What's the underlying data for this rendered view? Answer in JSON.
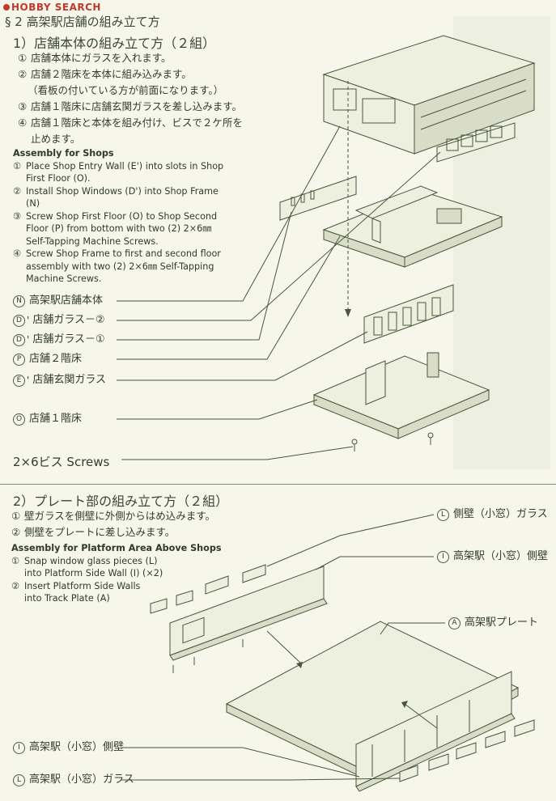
{
  "logo": "HOBBY SEARCH",
  "section": {
    "title": "§ 2 高架駅店舗の組み立て方",
    "part1": {
      "title": "1）店舗本体の組み立て方（２組）",
      "jp_steps": [
        {
          "num": "①",
          "text": "店舗本体にガラスを入れます。"
        },
        {
          "num": "②",
          "text": "店舗２階床を本体に組み込みます。"
        },
        {
          "num": "",
          "text": "（看板の付いている方が前面になります。）"
        },
        {
          "num": "③",
          "text": "店舗１階床に店舗玄関ガラスを差し込みます。"
        },
        {
          "num": "④",
          "text": "店舗１階床と本体を組み付け、ビスで２ケ所を"
        },
        {
          "num": "",
          "text": "止めます。"
        }
      ],
      "en_title": "Assembly for Shops",
      "en_steps": [
        {
          "num": "①",
          "lines": [
            "Place Shop Entry Wall (E') into slots in Shop",
            "First Floor (O)."
          ]
        },
        {
          "num": "②",
          "lines": [
            "Install Shop Windows (D') into Shop Frame",
            "(N)"
          ]
        },
        {
          "num": "③",
          "lines": [
            "Screw Shop First Floor (O) to Shop Second",
            "Floor (P) from bottom with two (2) 2×6㎜",
            "Self-Tapping Machine Screws."
          ]
        },
        {
          "num": "④",
          "lines": [
            "Screw Shop Frame to first and second floor",
            "assembly with two (2) 2×6㎜ Self-Tapping",
            "Machine Screws."
          ]
        }
      ],
      "labels": [
        {
          "letter": "N",
          "prime": "",
          "text": "高架駅店舗本体"
        },
        {
          "letter": "D",
          "prime": "'",
          "text": "店舗ガラス－②"
        },
        {
          "letter": "D",
          "prime": "'",
          "text": "店舗ガラス－①"
        },
        {
          "letter": "P",
          "prime": "",
          "text": "店舗２階床"
        },
        {
          "letter": "E",
          "prime": "'",
          "text": "店舗玄関ガラス"
        },
        {
          "letter": "O",
          "prime": "",
          "text": "店舗１階床"
        }
      ],
      "screws": "2×6ビス Screws"
    },
    "part2": {
      "title": "2）プレート部の組み立て方（２組）",
      "jp_steps": [
        {
          "num": "①",
          "text": "壁ガラスを側壁に外側からはめ込みます。"
        },
        {
          "num": "②",
          "text": "側壁をプレートに差し込みます。"
        }
      ],
      "en_title": "Assembly for Platform Area Above Shops",
      "en_steps": [
        {
          "num": "①",
          "lines": [
            "Snap window glass pieces (L)",
            "into Platform Side Wall (I) (×2)"
          ]
        },
        {
          "num": "②",
          "lines": [
            "Insert Platform Side Walls",
            "into Track Plate (A)"
          ]
        }
      ],
      "labels_right": [
        {
          "letter": "L",
          "text": "側壁（小窓）ガラス"
        },
        {
          "letter": "I",
          "text": "高架駅（小窓）側壁"
        },
        {
          "letter": "A",
          "text": "高架駅プレート"
        }
      ],
      "labels_left": [
        {
          "letter": "I",
          "text": "高架駅（小窓）側壁"
        },
        {
          "letter": "L",
          "text": "高架駅（小窓）ガラス"
        }
      ]
    }
  }
}
